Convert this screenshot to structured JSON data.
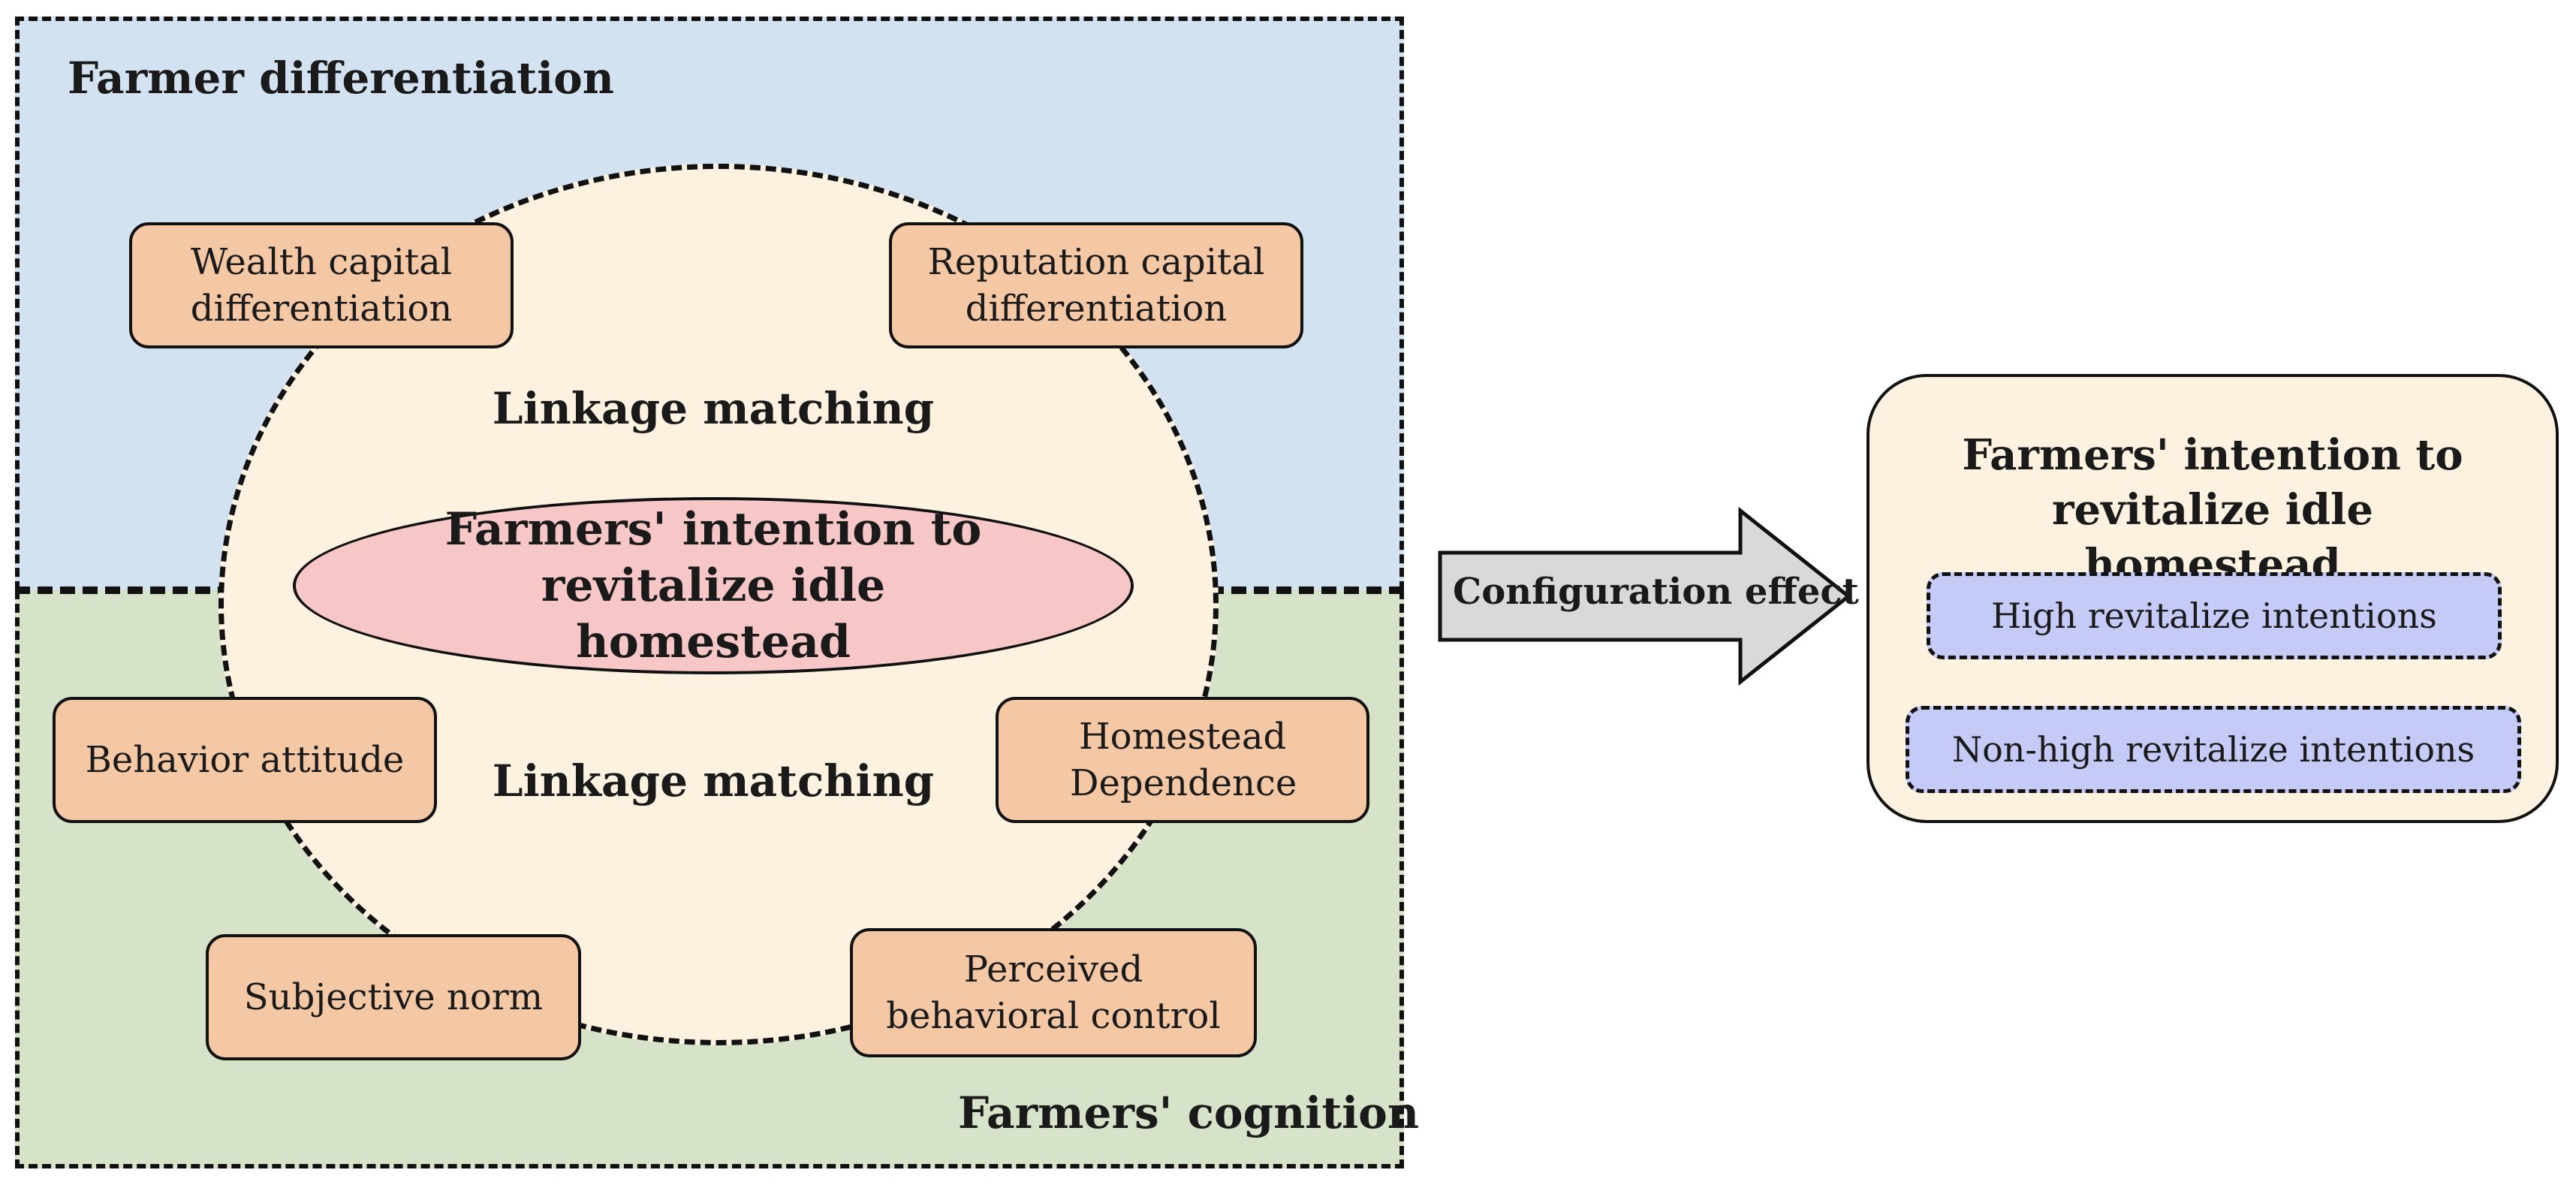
{
  "regions": {
    "differentiation_title": "Farmer differentiation",
    "cognition_title": "Farmers' cognition"
  },
  "center": {
    "intention_label": "Farmers' intention to revitalize idle homestead",
    "linkage_top": "Linkage matching",
    "linkage_bottom": "Linkage matching"
  },
  "nodes": {
    "wealth": "Wealth capital differentiation",
    "reputation": "Reputation capital differentiation",
    "behavior_attitude": "Behavior attitude",
    "homestead_dependence": "Homestead Dependence",
    "subjective_norm": "Subjective norm",
    "perceived_control": "Perceived behavioral control"
  },
  "arrow": {
    "label": "Configuration effect"
  },
  "outcome": {
    "title": "Farmers' intention to revitalize idle homestead",
    "high": "High revitalize intentions",
    "non_high": "Non-high revitalize intentions"
  },
  "colors": {
    "differentiation_bg": "#d2e2f1",
    "cognition_bg": "#d7e3c8",
    "circle_bg": "#fdf1e0",
    "node_bg": "#f5c8a5",
    "ellipse_bg": "#f6c7c6",
    "outcome_item_bg": "#c5caf6",
    "arrow_fill": "#d9d9d9"
  }
}
